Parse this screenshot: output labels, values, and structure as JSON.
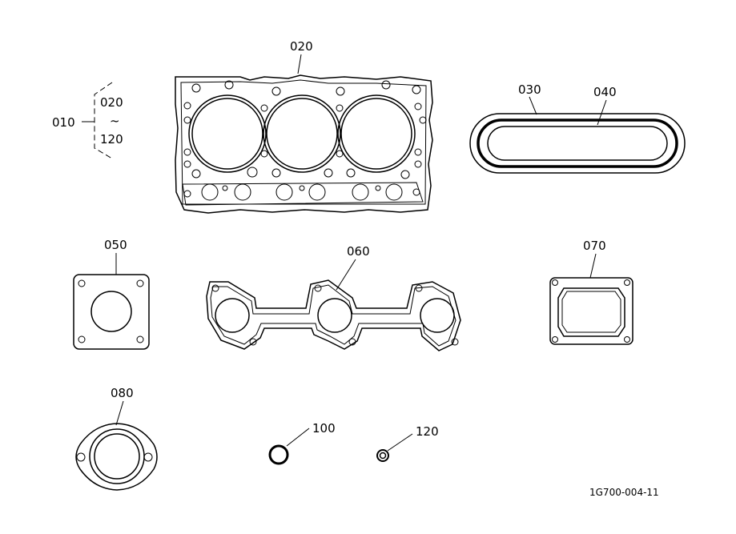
{
  "diagram": {
    "reference_code": "1G700-004-11",
    "parts": {
      "kit": {
        "number": "010",
        "range_from": "020",
        "range_sep": "~",
        "range_to": "120"
      },
      "cylinder_head_gasket": {
        "number": "020"
      },
      "outer_ring_gasket": {
        "number": "030"
      },
      "inner_ring_gasket": {
        "number": "040"
      },
      "square_flange_gasket": {
        "number": "050"
      },
      "exhaust_manifold_gasket": {
        "number": "060"
      },
      "cover_gasket": {
        "number": "070"
      },
      "two_bolt_flange_gasket": {
        "number": "080"
      },
      "o_ring": {
        "number": "100"
      },
      "small_washer": {
        "number": "120"
      }
    }
  }
}
